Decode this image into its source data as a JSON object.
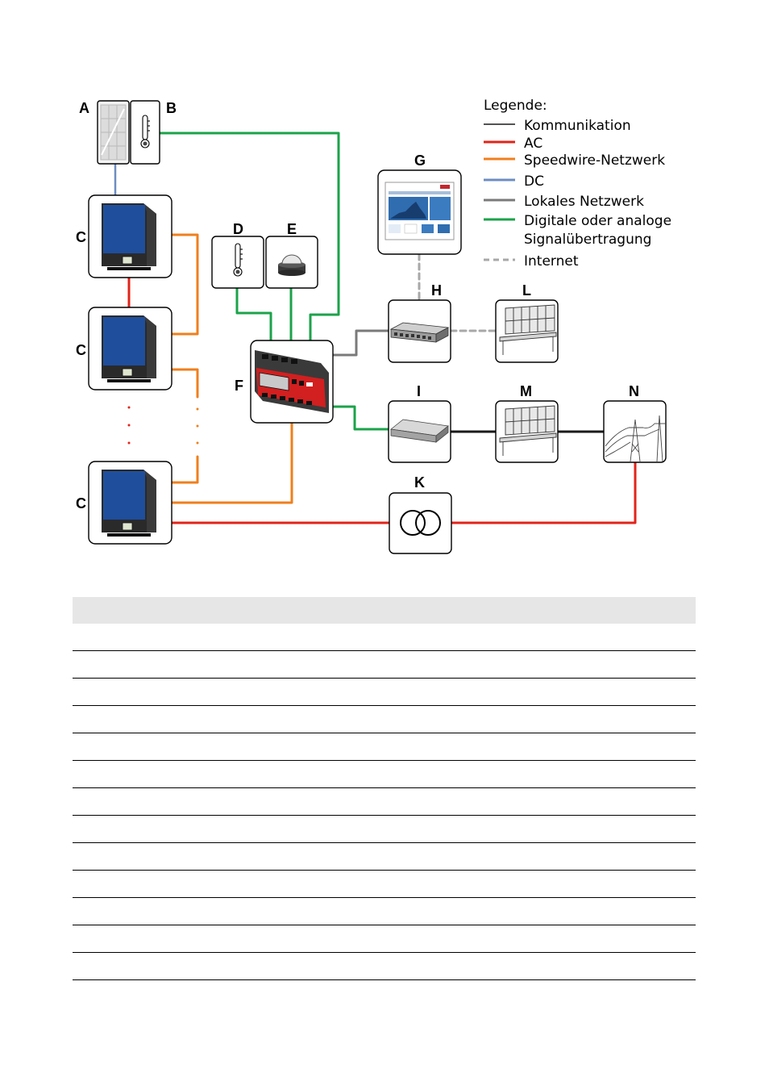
{
  "labels": {
    "A": "A",
    "B": "B",
    "C": "C",
    "D": "D",
    "E": "E",
    "F": "F",
    "G": "G",
    "H": "H",
    "I": "I",
    "K": "K",
    "L": "L",
    "M": "M",
    "N": "N"
  },
  "legend": {
    "title": "Legende:",
    "items": [
      {
        "text": "Kommunikation",
        "color": "#1a1a1a",
        "style": "solid"
      },
      {
        "text": "AC",
        "color": "#e2231a",
        "style": "solid"
      },
      {
        "text": "Speedwire-Netzwerk",
        "color": "#f07f1c",
        "style": "solid"
      },
      {
        "text": "DC",
        "color": "#6c8dc1",
        "style": "solid"
      },
      {
        "text": "Lokales Netzwerk",
        "color": "#7a7a7a",
        "style": "solid"
      },
      {
        "text": "Digitale oder analoge",
        "text2": "Signalübertragung",
        "color": "#1ba34a",
        "style": "solid"
      },
      {
        "text": "Internet",
        "color": "#a8a8a8",
        "style": "dashed"
      }
    ]
  },
  "colors": {
    "communication": "#1a1a1a",
    "ac": "#e2231a",
    "speedwire": "#f07f1c",
    "dc": "#6c8dc1",
    "lan": "#7a7a7a",
    "signal": "#1ba34a",
    "internet": "#a8a8a8",
    "inverter_blue": "#1f4e9c",
    "inverter_dark": "#2a2a2a",
    "device_red": "#d21f1f"
  },
  "table": {
    "row_count": 13
  }
}
